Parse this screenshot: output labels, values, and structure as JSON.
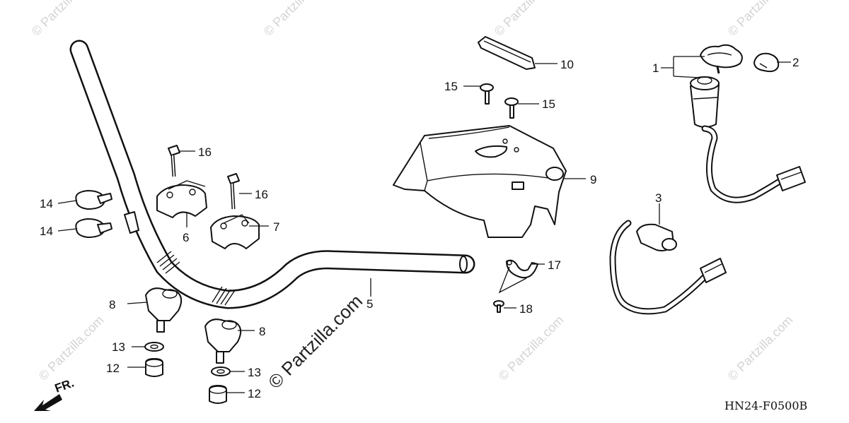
{
  "diagram": {
    "drawing_code": "HN24-F0500B",
    "direction_label": "FR.",
    "watermark_main": "© Partzilla.com",
    "watermark_faint": "© Partzilla.com",
    "callouts": [
      {
        "id": "c1",
        "text": "1"
      },
      {
        "id": "c2",
        "text": "2"
      },
      {
        "id": "c3",
        "text": "3"
      },
      {
        "id": "c5",
        "text": "5"
      },
      {
        "id": "c6",
        "text": "6"
      },
      {
        "id": "c7",
        "text": "7"
      },
      {
        "id": "c8a",
        "text": "8"
      },
      {
        "id": "c8b",
        "text": "8"
      },
      {
        "id": "c9",
        "text": "9"
      },
      {
        "id": "c10",
        "text": "10"
      },
      {
        "id": "c12a",
        "text": "12"
      },
      {
        "id": "c12b",
        "text": "12"
      },
      {
        "id": "c13a",
        "text": "13"
      },
      {
        "id": "c13b",
        "text": "13"
      },
      {
        "id": "c14a",
        "text": "14"
      },
      {
        "id": "c14b",
        "text": "14"
      },
      {
        "id": "c15a",
        "text": "15"
      },
      {
        "id": "c15b",
        "text": "15"
      },
      {
        "id": "c16a",
        "text": "16"
      },
      {
        "id": "c16b",
        "text": "16"
      },
      {
        "id": "c17",
        "text": "17"
      },
      {
        "id": "c18",
        "text": "18"
      }
    ]
  }
}
